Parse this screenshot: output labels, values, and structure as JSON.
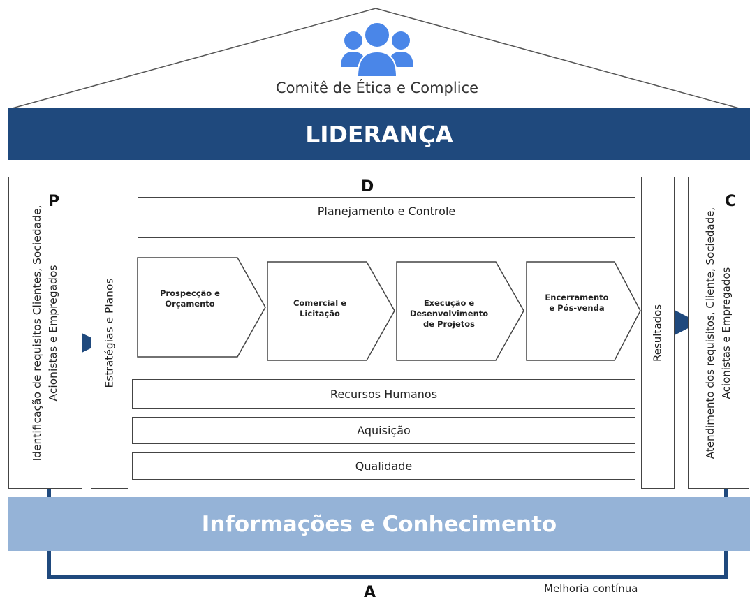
{
  "roof": {
    "title": "Comitê de Ética e Complice",
    "icon": "people-group-icon",
    "icon_color": "#4a86e8"
  },
  "leadership": {
    "label": "LIDERANÇA",
    "color": "#1f497d"
  },
  "left_pillar": {
    "letter": "P",
    "text_line1": "Identificação de requisitos Clientes, Sociedade,",
    "text_line2": "Acionistas e Empregados"
  },
  "strategy_pillar": {
    "text": "Estratégias e Planos"
  },
  "center": {
    "letter": "D",
    "planning": "Planejamento e Controle",
    "stages": [
      {
        "label": "Prospecção e\nOrçamento"
      },
      {
        "label": "Comercial e\nLicitação"
      },
      {
        "label": "Execução e\nDesenvolvimento\nde Projetos"
      },
      {
        "label": "Encerramento\ne Pós-venda"
      }
    ],
    "support": [
      "Recursos Humanos",
      "Aquisição",
      "Qualidade"
    ]
  },
  "results_pillar": {
    "text": "Resultados"
  },
  "right_pillar": {
    "letter": "C",
    "text_line1": "Atendimento dos requisitos, Cliente, Sociedade,",
    "text_line2": "Acionistas e Empregados"
  },
  "info_bar": {
    "label": "Informações e Conhecimento",
    "color": "#95b3d7"
  },
  "bottom": {
    "letter": "A",
    "caption": "Melhoria contínua",
    "arrow_color": "#1f497d"
  }
}
